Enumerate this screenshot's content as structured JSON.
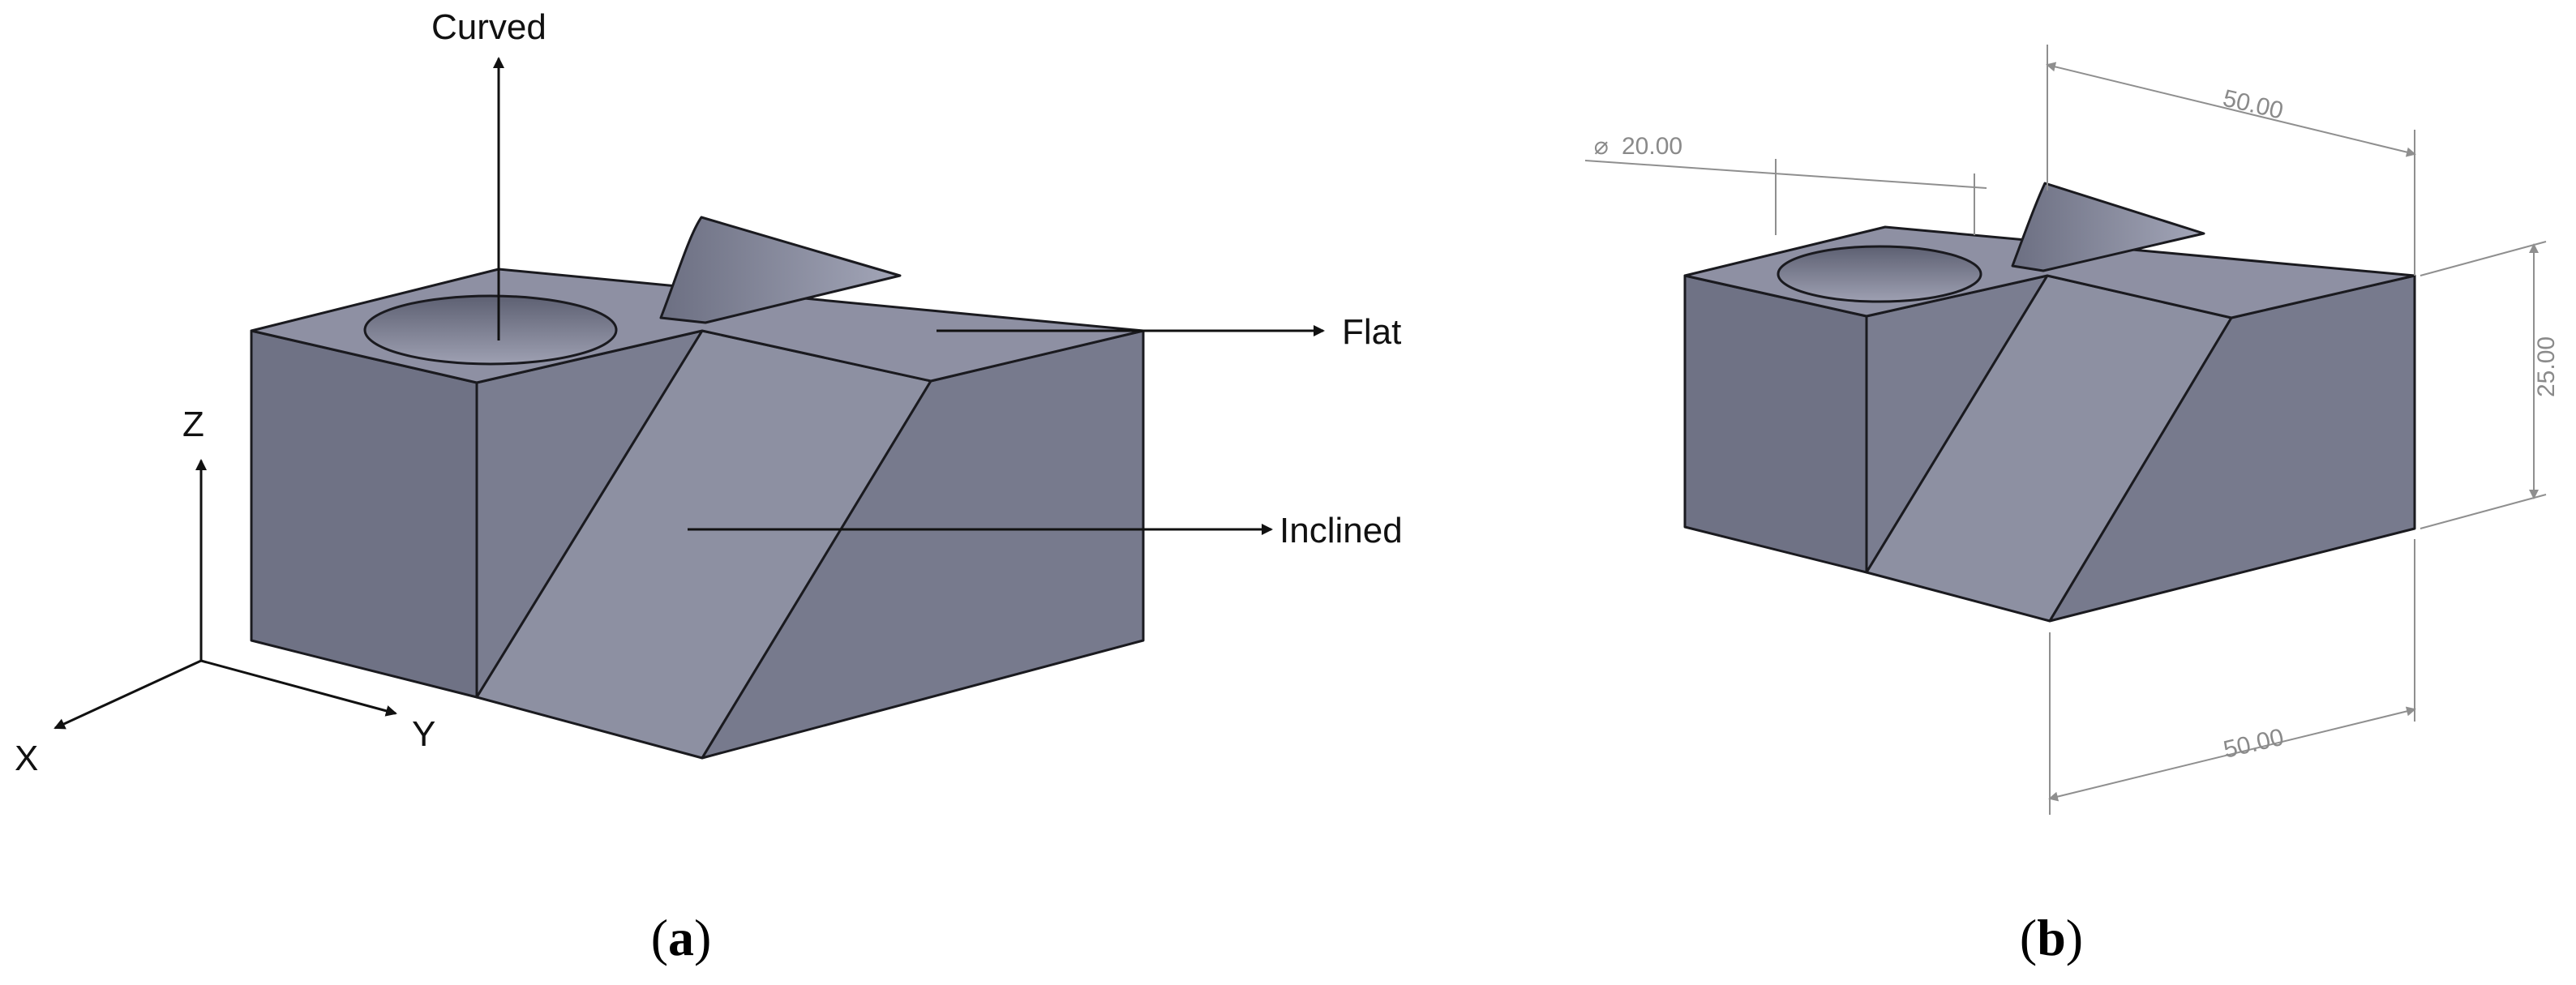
{
  "panel_a": {
    "labels": {
      "curved": "Curved",
      "flat": "Flat",
      "inclined": "Inclined"
    },
    "axes": {
      "z": "Z",
      "x": "X",
      "y": "Y"
    },
    "caption": {
      "open": "(",
      "letter": "a",
      "close": ")"
    }
  },
  "panel_b": {
    "dimensions": {
      "diameter": "20.00",
      "top_width": "50.00",
      "height": "25.00",
      "bottom_width": "50.00"
    },
    "caption": {
      "open": "(",
      "letter": "b",
      "close": ")"
    }
  },
  "colors": {
    "top_face": "#8e90a3",
    "left_face": "#6f7285",
    "front_face": "#7b7e91",
    "slot_face": "#8d90a2",
    "hole_dark": "#5d6072",
    "dimension_line": "#8f8f8f"
  }
}
